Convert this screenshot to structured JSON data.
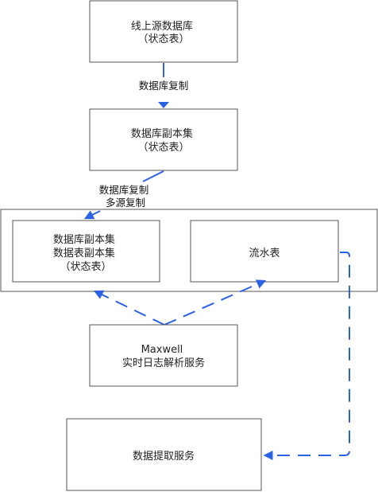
{
  "nodes": {
    "source_db": {
      "lines": [
        "线上源数据库",
        "（状态表）"
      ]
    },
    "replica_set": {
      "lines": [
        "数据库副本集",
        "（状态表）"
      ]
    },
    "replica_tables": {
      "lines": [
        "数据库副本集",
        "数据表副本集",
        "（状态表）"
      ]
    },
    "stream_table": {
      "lines": [
        "流水表"
      ]
    },
    "maxwell": {
      "lines": [
        "Maxwell",
        "实时日志解析服务"
      ]
    },
    "extract_service": {
      "lines": [
        "数据提取服务"
      ]
    }
  },
  "edges": {
    "db_copy_1": {
      "label": "数据库复制"
    },
    "db_copy_2": {
      "lines": [
        "数据库复制",
        "多源复制"
      ]
    }
  },
  "colors": {
    "arrow": "#2b62e3",
    "box_border": "#555555",
    "box_fill": "#ffffff"
  }
}
